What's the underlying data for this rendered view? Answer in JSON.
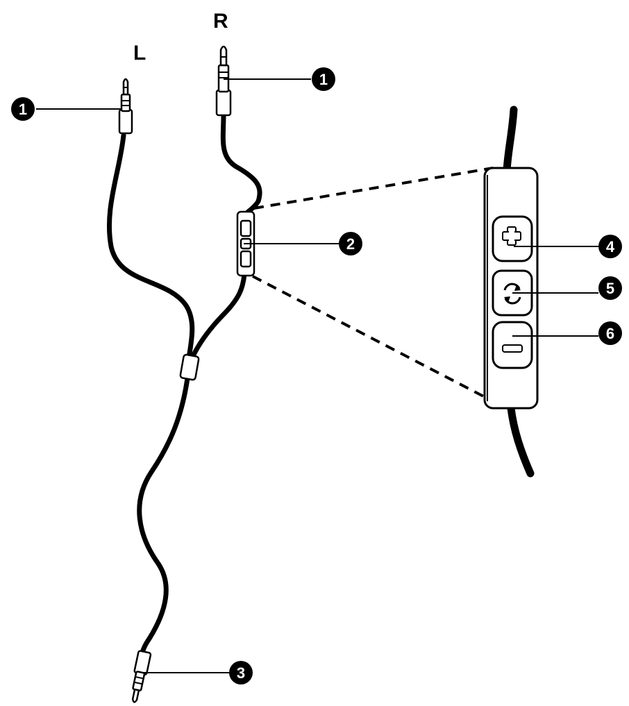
{
  "labels": {
    "left": "L",
    "right": "R"
  },
  "callouts": [
    {
      "id": "callout-left-plug",
      "number": "1"
    },
    {
      "id": "callout-right-plug",
      "number": "1"
    },
    {
      "id": "callout-inline-remote",
      "number": "2"
    },
    {
      "id": "callout-bottom-plug",
      "number": "3"
    },
    {
      "id": "callout-volume-up",
      "number": "4"
    },
    {
      "id": "callout-play-pause",
      "number": "5"
    },
    {
      "id": "callout-volume-down",
      "number": "6"
    }
  ],
  "colors": {
    "ink": "#000000",
    "background": "#ffffff"
  },
  "icons": [
    "plus-icon",
    "cycle-arrows-icon",
    "minus-icon"
  ]
}
